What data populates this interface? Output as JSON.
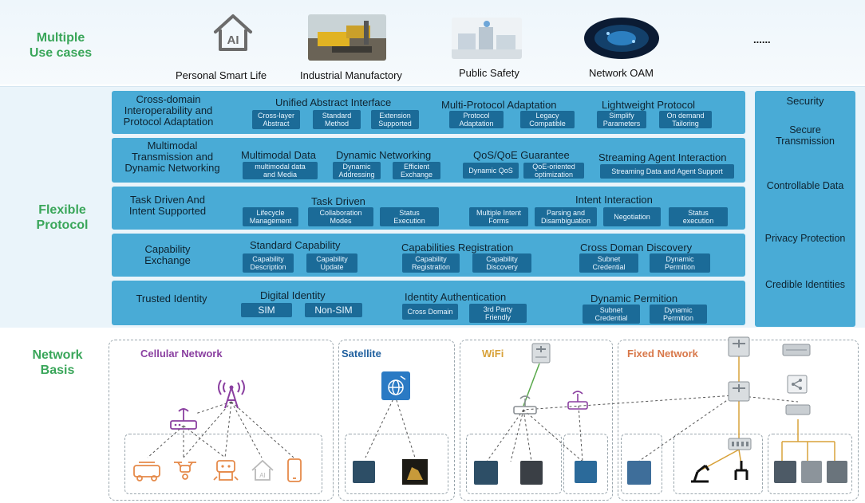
{
  "sections": {
    "use_cases": "Multiple\nUse cases",
    "protocol": "Flexible\nProtocol",
    "network": "Network\nBasis"
  },
  "use_cases": [
    "Personal Smart Life",
    "Industrial Manufactory",
    "Public Safety",
    "Network OAM"
  ],
  "use_cases_more": "......",
  "home_icon_text": "AI",
  "rows": [
    {
      "title": "Cross-domain\nInteroperability and\nProtocol Adaptation",
      "groups": [
        {
          "title": "Unified Abstract Interface",
          "tags": [
            "Cross-layer\nAbstract",
            "Standard\nMethod",
            "Extension\nSupported"
          ]
        },
        {
          "title": "Multi-Protocol Adaptation",
          "tags": [
            "Protocol\nAdaptation",
            "Legacy\nCompatible"
          ]
        },
        {
          "title": "Lightweight Protocol",
          "tags": [
            "Simplify\nParameters",
            "On demand\nTailoring"
          ]
        }
      ]
    },
    {
      "title": "Multimodal\nTransmission and\nDynamic Networking",
      "groups": [
        {
          "title": "Multimodal Data",
          "tags": [
            "multimodal data\nand Media"
          ]
        },
        {
          "title": "Dynamic Networking",
          "tags": [
            "Dynamic\nAddressing",
            "Efficient\nExchange"
          ]
        },
        {
          "title": "QoS/QoE Guarantee",
          "tags": [
            "Dynamic QoS",
            "QoE-oriented\noptimization"
          ]
        },
        {
          "title": "Streaming Agent Interaction",
          "tags": [
            "Streaming Data and Agent Support"
          ]
        }
      ]
    },
    {
      "title": "Task Driven And\nIntent Supported",
      "groups": [
        {
          "title": "Task Driven",
          "tags": [
            "Lifecycle\nManagement",
            "Collaboration\nModes",
            "Status\nExecution"
          ]
        },
        {
          "title": "Intent Interaction",
          "tags": [
            "Multiple Intent\nForms",
            "Parsing and\nDisambiguation",
            "Negotiation",
            "Status\nexecution"
          ]
        }
      ]
    },
    {
      "title": "Capability\nExchange",
      "groups": [
        {
          "title": "Standard Capability",
          "tags": [
            "Capability\nDescription",
            "Capability\nUpdate"
          ]
        },
        {
          "title": "Capabilities Registration",
          "tags": [
            "Capability\nRegistration",
            "Capability\nDiscovery"
          ]
        },
        {
          "title": "Cross Doman Discovery",
          "tags": [
            "Subnet\nCredential",
            "Dynamic\nPermition"
          ]
        }
      ]
    },
    {
      "title": "Trusted Identity",
      "groups": [
        {
          "title": "Digital Identity",
          "tags": [
            "SIM",
            "Non-SIM"
          ]
        },
        {
          "title": "Identity Authentication",
          "tags": [
            "Cross Domain",
            "3rd Party\nFriendly"
          ]
        },
        {
          "title": "Dynamic Permition",
          "tags": [
            "Subnet\nCredential",
            "Dynamic\nPermition"
          ]
        }
      ]
    }
  ],
  "security": {
    "title": "Security",
    "items": [
      "Secure\nTransmission",
      "Controllable Data",
      "Privacy Protection",
      "Credible Identities"
    ]
  },
  "networks": [
    "Cellular Network",
    "Satellite",
    "WiFi",
    "Fixed Network"
  ],
  "colors": {
    "section_label": "#3aa65a",
    "protocol_row": "#49abd6",
    "tag": "#1b6b98",
    "cellular": "#8a3fa0",
    "satellite": "#1f5f9e",
    "wifi": "#d8a23a",
    "fixed": "#d8784a"
  }
}
